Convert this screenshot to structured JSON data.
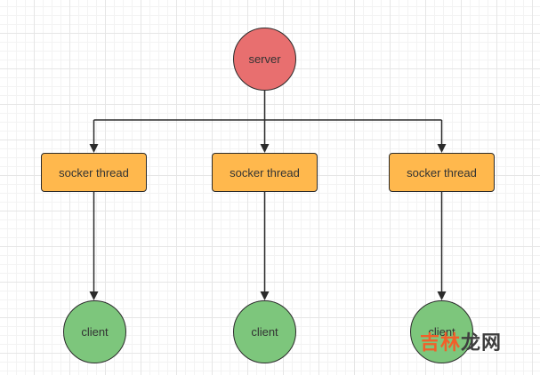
{
  "diagram": {
    "server": {
      "label": "server"
    },
    "threads": [
      {
        "label": "socker thread"
      },
      {
        "label": "socker thread"
      },
      {
        "label": "socker thread"
      }
    ],
    "clients": [
      {
        "label": "client"
      },
      {
        "label": "client"
      },
      {
        "label": "client"
      }
    ]
  },
  "colors": {
    "server_fill": "#e86f6f",
    "thread_fill": "#ffb84d",
    "client_fill": "#7dc67c",
    "edge": "#2b2b2b"
  },
  "watermark": {
    "part1": "吉林",
    "part2": "龙网"
  }
}
